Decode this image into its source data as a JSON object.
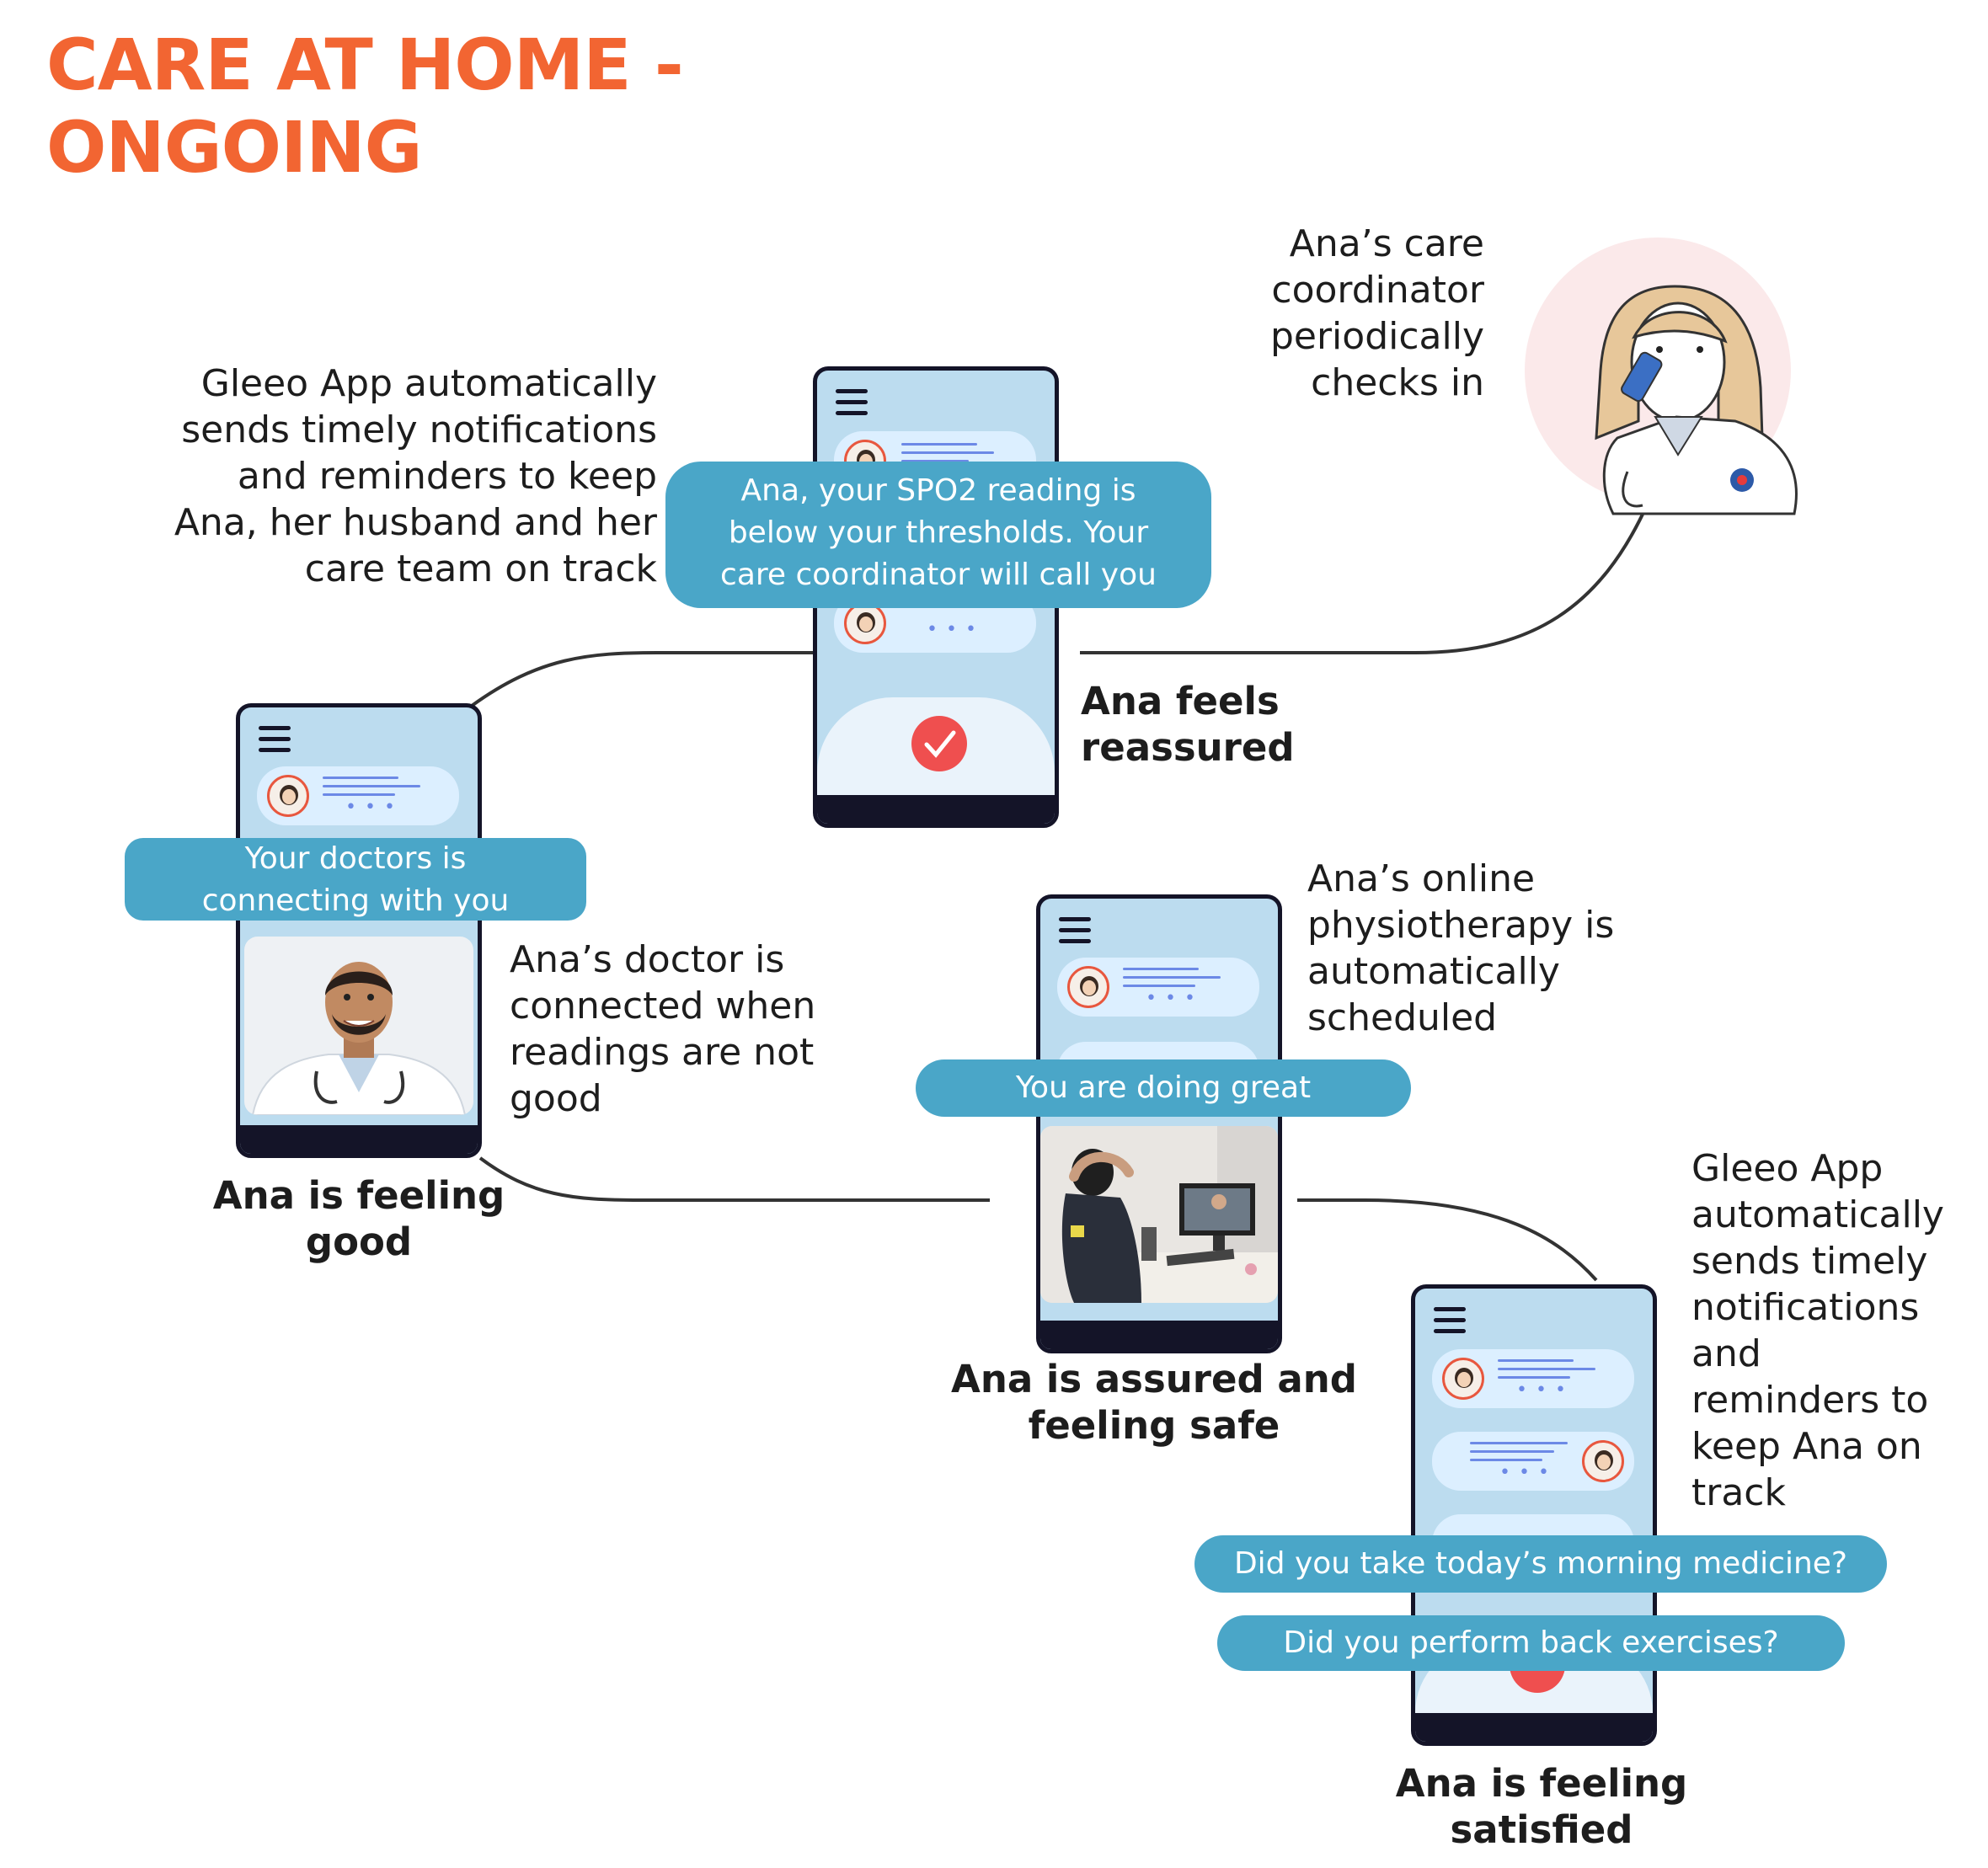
{
  "title": {
    "line1": "CARE AT HOME -",
    "line2": "ONGOING"
  },
  "notes": {
    "app_notifications_top": [
      "Gleeo App automatically",
      "sends timely notifications",
      "and reminders to keep",
      "Ana, her husband and her",
      "care team on track"
    ],
    "coordinator": [
      "Ana’s care",
      "coordinator",
      "periodically",
      "checks in"
    ],
    "doctor": [
      "Ana’s doctor is",
      "connected when",
      "readings are not",
      "good"
    ],
    "physio": [
      "Ana’s online",
      "physiotherapy is",
      "automatically",
      "scheduled"
    ],
    "app_notifications_bottom": [
      "Gleeo App",
      "automatically",
      "sends timely",
      "notifications",
      "and",
      "reminders to",
      "keep Ana on",
      "track"
    ]
  },
  "stages": {
    "feeling_good": [
      "Ana is feeling",
      "good"
    ],
    "reassured": [
      "Ana feels",
      "reassured"
    ],
    "assured_safe": [
      "Ana is assured and",
      "feeling safe"
    ],
    "satisfied": [
      "Ana is feeling",
      "satisfied"
    ]
  },
  "bubbles": {
    "doctor_connecting": [
      "Your doctors is",
      "connecting with you"
    ],
    "spo2_alert": [
      "Ana, your SPO2 reading is",
      "below your thresholds. Your",
      "care coordinator will call you"
    ],
    "doing_great": "You are doing great",
    "medicine": "Did you take today’s morning medicine?",
    "exercises": "Did you perform back exercises?"
  },
  "icons": {
    "check": "check-icon",
    "menu": "hamburger-menu-icon",
    "avatar": "avatar-icon"
  },
  "colors": {
    "title": "#f26532",
    "bubble": "#4aa6c8",
    "phone_screen": "#bcdcef",
    "phone_frame": "#141428",
    "alert_red": "#ef4f4f",
    "connector": "#333333"
  }
}
